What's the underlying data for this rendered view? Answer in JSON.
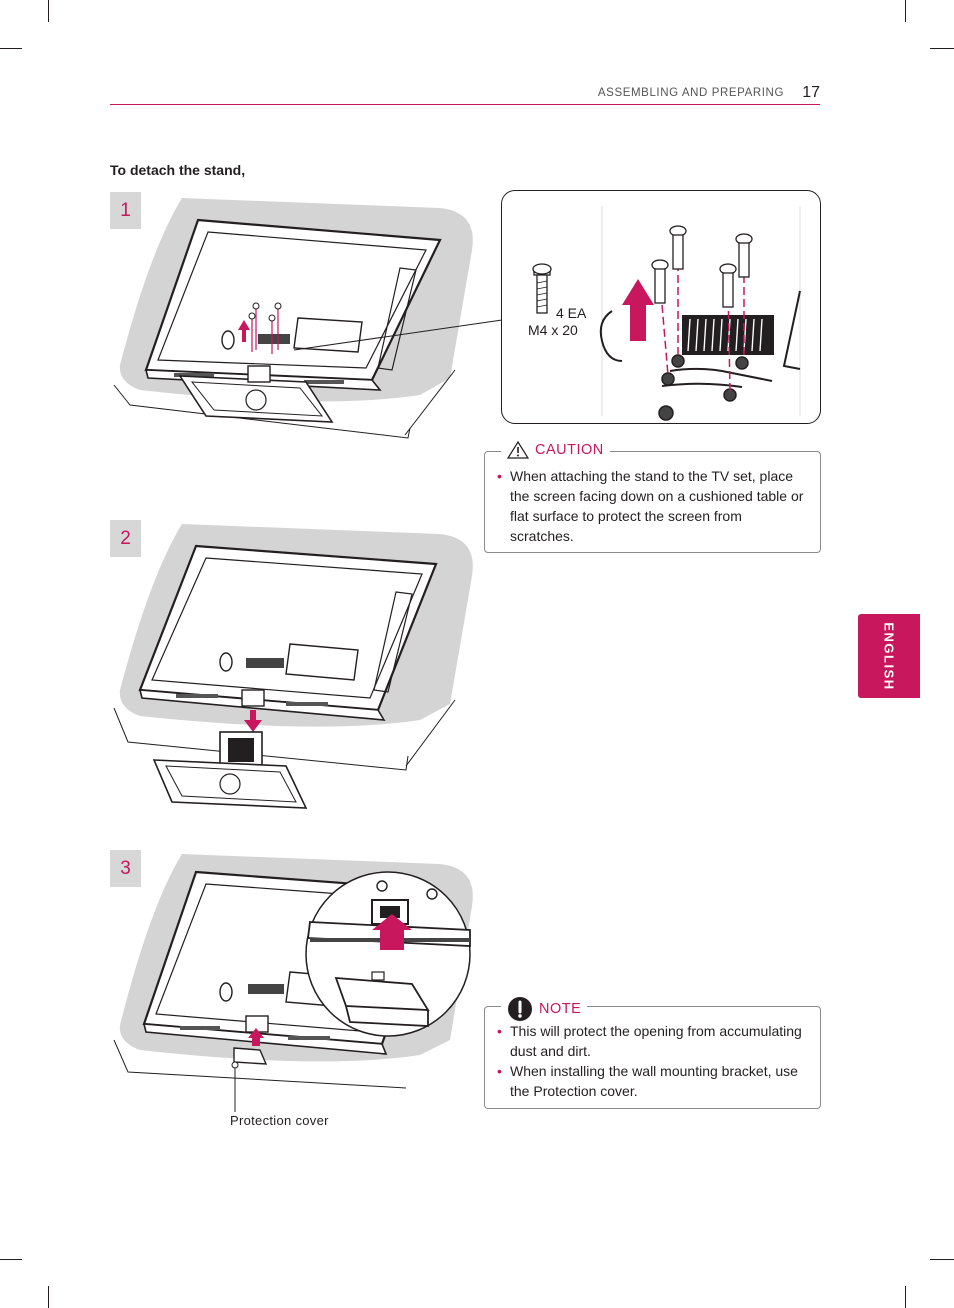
{
  "header": {
    "section": "ASSEMBLING AND PREPARING",
    "page_number": "17"
  },
  "language_tab": "ENGLISH",
  "intro": "To detach the stand,",
  "steps": [
    {
      "number": "1"
    },
    {
      "number": "2"
    },
    {
      "number": "3"
    }
  ],
  "detail": {
    "screw_count": "4 EA",
    "screw_size": "M4 x 20"
  },
  "caution": {
    "title": "CAUTION",
    "items": [
      "When attaching the stand to the TV set, place the screen facing down on a cushioned table or flat surface to protect the screen from scratches."
    ]
  },
  "note": {
    "title": "NOTE",
    "items": [
      "This will protect the opening from accumulating dust and dirt.",
      "When installing the wall mounting bracket, use the Protection cover."
    ]
  },
  "protection_cover_label": "Protection cover",
  "colors": {
    "accent": "#c8175d",
    "badge_bg": "#d7d7d7",
    "cushion": "#d4d4d4",
    "line": "#231f20"
  }
}
